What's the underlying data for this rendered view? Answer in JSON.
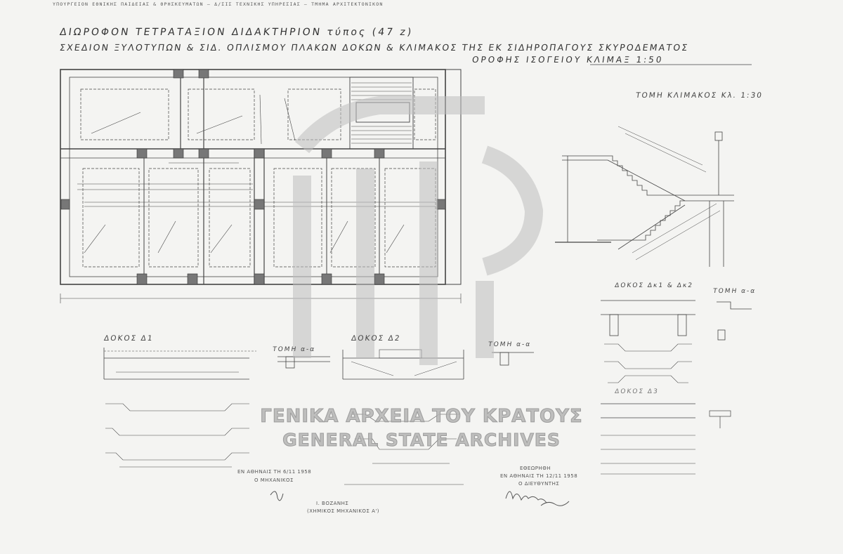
{
  "header": {
    "ministry": "ΥΠΟΥΡΓΕΙΟΝ ΕΘΝΙΚΗΣ ΠΑΙΔΕΙΑΣ & ΘΡΗΣΚΕΥΜΑΤΩΝ — Δ/ΣΙΣ ΤΕΧΝΙΚΗΣ ΥΠΗΡΕΣΙΑΣ — ΤΜΗΜΑ ΑΡΧΙΤΕΚΤΟΝΙΚΟΝ",
    "title_line1": "ΔΙΩΡΟΦΟΝ ΤΕΤΡΑΤΑΞΙΟΝ ΔΙΔΑΚΤΗΡΙΟΝ τύπος (47 z)",
    "title_line2": "ΣΧΕΔΙΟΝ ΞΥΛΟΤΥΠΩΝ & ΣΙΔ. ΟΠΛΙΣΜΟΥ ΠΛΑΚΩΝ ΔΟΚΩΝ & ΚΛΙΜΑΚΟΣ ΤΗΣ ΕΚ ΣΙΔΗΡΟΠΑΓΟΥΣ ΣΚΥΡΟΔΕΜΑΤΟΣ",
    "title_line3": "ΟΡΟΦΗΣ ΙΣΟΓΕΙΟΥ ΚΛΙΜΑΞ 1:50"
  },
  "labels": {
    "section_stair": "ΤΟΜΗ ΚΛΙΜΑΚΟΣ Κλ. 1:30",
    "beam_d1": "ΔΟΚΟΣ Δ1",
    "section_aa_1": "ΤΟΜΗ α-α",
    "beam_d2": "ΔΟΚΟΣ Δ2",
    "section_aa_2": "ΤΟΜΗ α-α",
    "beam_dk": "ΔΟΚΟΣ Δκ1 & Δκ2",
    "section_aa_3": "ΤΟΜΗ α-α",
    "beam_d3": "ΔΟΚΟΣ Δ3"
  },
  "signatures": {
    "engineer_place_date": "ΕΝ ΑΘΗΝΑΙΣ ΤΗ 6/11 1958",
    "engineer_role": "Ο ΜΗΧΑΝΙΚΟΣ",
    "engineer_name": "Ι. ΒΟΖΑΝΗΣ",
    "engineer_title": "(ΧΗΜΙΚΟΣ ΜΗΧΑΝΙΚΟΣ Α')",
    "approved": "ΕΘΕΩΡΗΘΗ",
    "approved_place_date": "ΕΝ ΑΘΗΝΑΙΣ ΤΗ 12/11 1958",
    "director": "Ο ΔΙΕΥΘΥΝΤΗΣ"
  },
  "watermark": {
    "greek": "ΓΕΝΙΚΑ ΑΡΧΕΙΑ ΤΟΥ ΚΡΑΤΟΥΣ",
    "english": "GENERAL STATE ARCHIVES"
  }
}
